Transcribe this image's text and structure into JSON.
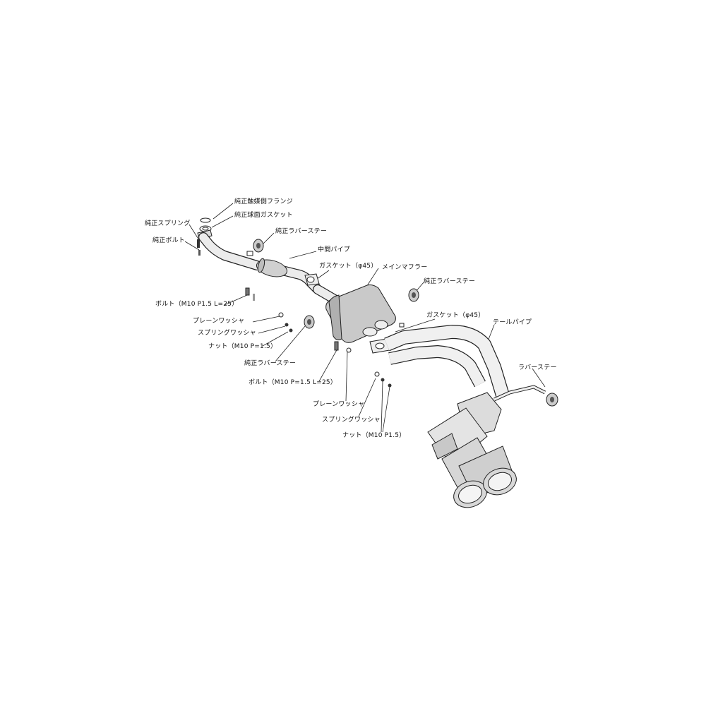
{
  "labels": {
    "cat_flange": "純正触媒側フランジ",
    "spherical_gasket": "純正球面ガスケット",
    "stock_spring": "純正スプリング",
    "stock_bolt": "純正ボルト",
    "rubber_stay_1": "純正ラバーステー",
    "center_pipe": "中間パイプ",
    "gasket_1": "ガスケット（φ45）",
    "main_muffler": "メインマフラー",
    "rubber_stay_2": "純正ラバーステー",
    "bolt_1": "ボルト（M10 P1.5 L=25）",
    "plain_washer_1": "プレーンワッシャ",
    "spring_washer_1": "スプリングワッシャ",
    "nut_1": "ナット（M10 P=1.5）",
    "rubber_stay_3": "純正ラバーステー",
    "gasket_2": "ガスケット（φ45）",
    "tail_pipe": "テールパイプ",
    "rubber_stay_4": "ラバーステー",
    "bolt_2": "ボルト（M10 P=1.5 L=25）",
    "plain_washer_2": "プレーンワッシャ",
    "spring_washer_2": "スプリングワッシャ",
    "nut_2": "ナット（M10 P1.5）"
  }
}
